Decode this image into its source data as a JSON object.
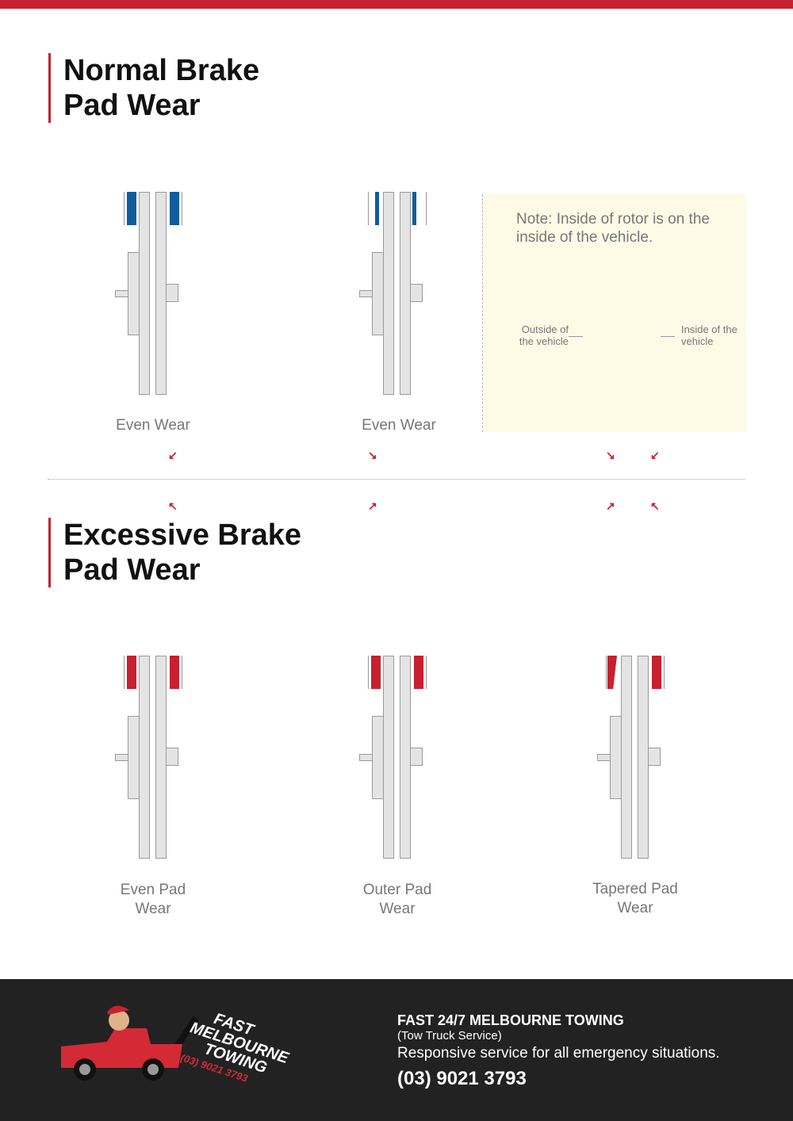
{
  "section1": {
    "title_line1": "Normal Brake",
    "title_line2": "Pad Wear",
    "diagrams": [
      {
        "label": "Even Wear"
      },
      {
        "label": "Even Wear"
      }
    ],
    "note": {
      "text": "Note: Inside of rotor is on the inside of the vehicle.",
      "outside_label": "Outside of the vehicle",
      "inside_label": "Inside of the vehicle"
    }
  },
  "section2": {
    "title_line1": "Excessive Brake",
    "title_line2": "Pad Wear",
    "diagrams": [
      {
        "label_line1": "Even Pad",
        "label_line2": "Wear"
      },
      {
        "label_line1": "Outer Pad",
        "label_line2": "Wear"
      },
      {
        "label_line1": "Tapered Pad",
        "label_line2": "Wear"
      }
    ]
  },
  "footer": {
    "title": "FAST 24/7 MELBOURNE TOWING",
    "subtitle": "(Tow Truck Service)",
    "description": "Responsive service for all emergency situations.",
    "phone": "(03) 9021 3793",
    "logo": {
      "text_line1": "FAST",
      "text_line2": "MELBOURNE",
      "text_line3": "TOWING",
      "phone": "(03) 9021 3793"
    }
  },
  "colors": {
    "accent": "#c8202f",
    "normal_pad": "#115c9c",
    "worn_pad": "#c8202f",
    "footer_bg": "#222222",
    "note_bg": "#fdfbe6"
  }
}
